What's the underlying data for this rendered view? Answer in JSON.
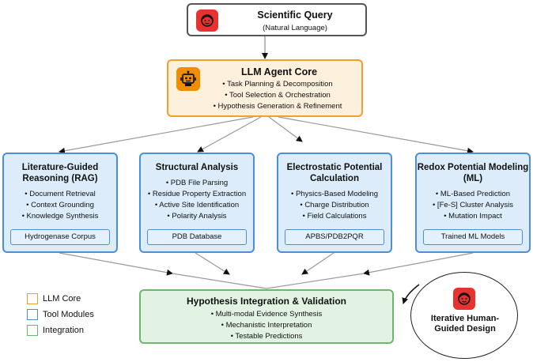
{
  "query": {
    "title": "Scientific Query",
    "subtitle": "(Natural Language)",
    "icon": "face-icon"
  },
  "core": {
    "title": "LLM Agent Core",
    "icon": "robot-icon",
    "items": [
      "• Task Planning & Decomposition",
      "• Tool Selection & Orchestration",
      "• Hypothesis Generation & Refinement"
    ]
  },
  "tools": [
    {
      "title": "Literature-Guided Reasoning (RAG)",
      "items": [
        "• Document Retrieval",
        "• Context Grounding",
        "• Knowledge Synthesis"
      ],
      "resource": "Hydrogenase Corpus"
    },
    {
      "title": "Structural Analysis",
      "items": [
        "• PDB File Parsing",
        "• Residue Property Extraction",
        "• Active Site Identification",
        "• Polarity Analysis"
      ],
      "resource": "PDB Database"
    },
    {
      "title": "Electrostatic Potential Calculation",
      "items": [
        "• Physics-Based Modeling",
        "• Charge Distribution",
        "• Field Calculations"
      ],
      "resource": "APBS/PDB2PQR"
    },
    {
      "title": "Redox Potential Modeling (ML)",
      "items": [
        "• ML-Based Prediction",
        "• [Fe-S] Cluster Analysis",
        "• Mutation Impact"
      ],
      "resource": "Trained ML Models"
    }
  ],
  "integration": {
    "title": "Hypothesis Integration & Validation",
    "items": [
      "• Multi-modal Evidence Synthesis",
      "• Mechanistic Interpretation",
      "• Testable Predictions"
    ]
  },
  "legend": [
    {
      "label": "LLM Core",
      "color": "#f0a030"
    },
    {
      "label": "Tool Modules",
      "color": "#4a90d9"
    },
    {
      "label": "Integration",
      "color": "#6ab96a"
    }
  ],
  "iterative": {
    "text": "Iterative Human-Guided Design",
    "icon": "face-icon"
  },
  "colors": {
    "core_border": "#f0a030",
    "core_fill": "#fdf0dc",
    "tool_border": "#4a90d9",
    "tool_fill": "#dcecfb",
    "integration_border": "#6ab96a",
    "integration_fill": "#e3f3e3",
    "face_badge": "#e8322f",
    "robot_badge": "#f08c00",
    "connector": "#999999"
  }
}
